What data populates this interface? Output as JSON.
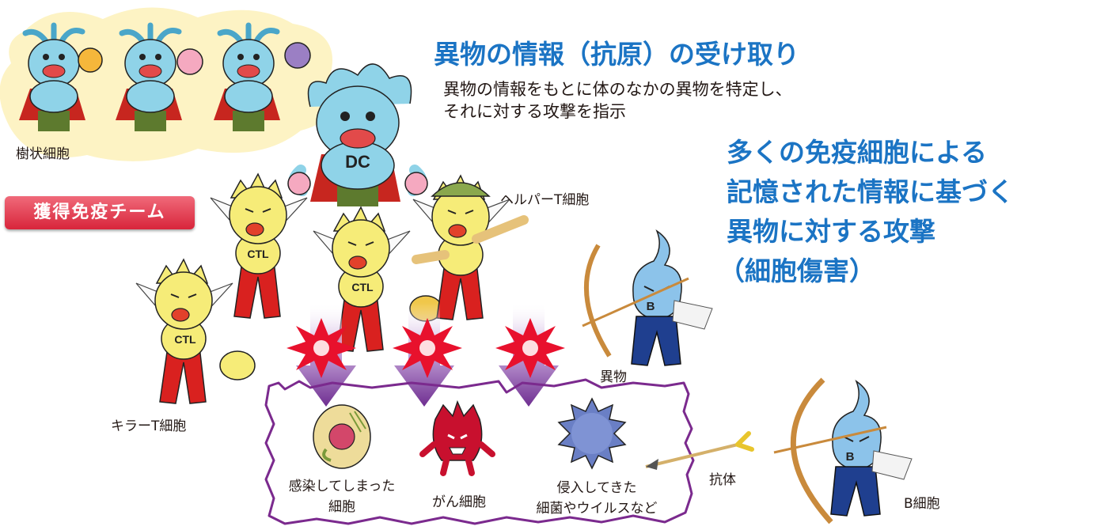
{
  "heading_main": "異物の情報（抗原）の受け取り",
  "heading_sub_lines": [
    "異物の情報をもとに体のなかの異物を特定し、",
    "それに対する攻撃を指示"
  ],
  "heading_secondary_lines": [
    "多くの免疫細胞による",
    "記憶された情報に基づく",
    "異物に対する攻撃",
    "（細胞傷害）"
  ],
  "team_badge": "獲得免疫チーム",
  "labels": {
    "dendritic_cell": "樹状細胞",
    "helper_t_cell": "ヘルパーT細胞",
    "killer_t_cell": "キラーT細胞",
    "foreign_body": "異物",
    "antibody": "抗体",
    "b_cell": "B細胞",
    "infected_cell": [
      "感染してしまった",
      "細胞"
    ],
    "cancer_cell": "がん細胞",
    "invading_pathogen": [
      "侵入してきた",
      "細菌やウイルスなど"
    ]
  },
  "character_marks": {
    "dc": "DC",
    "ctl": "CTL",
    "b": "B"
  },
  "colors": {
    "heading_blue": "#1b74c4",
    "badge_red": "#d8253b",
    "border_purple": "#7b2a8e",
    "cloud_yellow": "#fdf3c4",
    "dc_blue": "#8fd3e8",
    "t_cell_yellow": "#f6ec78",
    "t_cell_red": "#d9211f",
    "b_cell_blue": "#8cc3ea",
    "b_cell_navy": "#1f3f8f",
    "burst_red": "#e8112d",
    "arrow_purple": "#7b3f9a",
    "cancer_red": "#c8102e",
    "virus_blue": "#6a7fc5"
  }
}
